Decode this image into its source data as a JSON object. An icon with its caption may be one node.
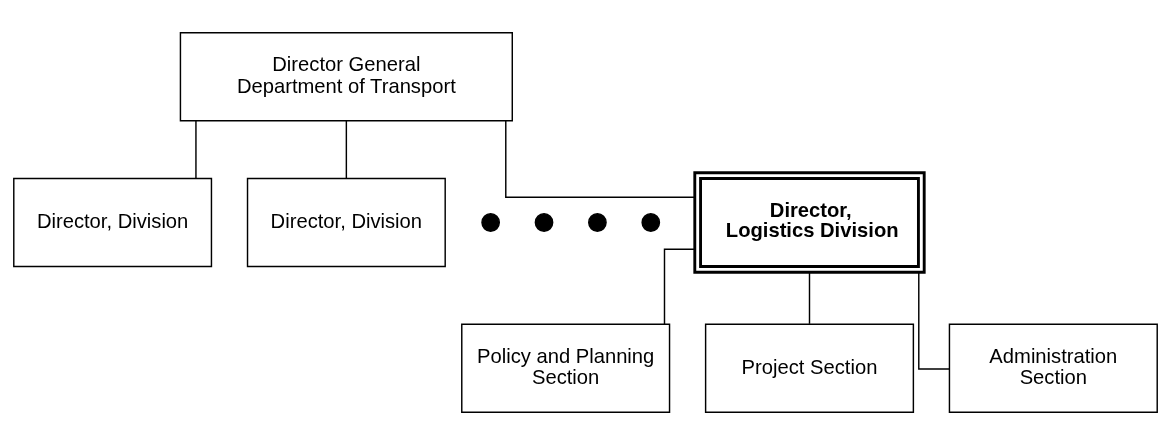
{
  "diagram": {
    "nodes": [
      {
        "text": [
          "Director General Department of Transport"
        ]
      },
      {
        "text": [
          "Director, Division"
        ]
      },
      {
        "text": [
          "Director, Division"
        ]
      },
      {
        "text": [],
        "shape": "circle"
      },
      {
        "text": [],
        "shape": "circle"
      },
      {
        "text": [],
        "shape": "circle"
      },
      {
        "text": [],
        "shape": "circle"
      },
      {
        "text": [
          "Director, Logistics Division"
        ]
      },
      {
        "text": [
          "Policy and Planning Section"
        ]
      },
      {
        "text": [
          "Project Section"
        ]
      },
      {
        "text": [
          "Administration Section"
        ]
      }
    ],
    "edges": [
      {
        "from": 0,
        "to": 1,
        "arrow": "none"
      },
      {
        "from": 0,
        "to": 2,
        "arrow": "none"
      },
      {
        "from": 0,
        "to": 7,
        "arrow": "none"
      },
      {
        "from": 7,
        "to": 8,
        "arrow": "none"
      },
      {
        "from": 7,
        "to": 9,
        "arrow": "none"
      },
      {
        "from": 7,
        "to": 10,
        "arrow": "none"
      }
    ]
  }
}
